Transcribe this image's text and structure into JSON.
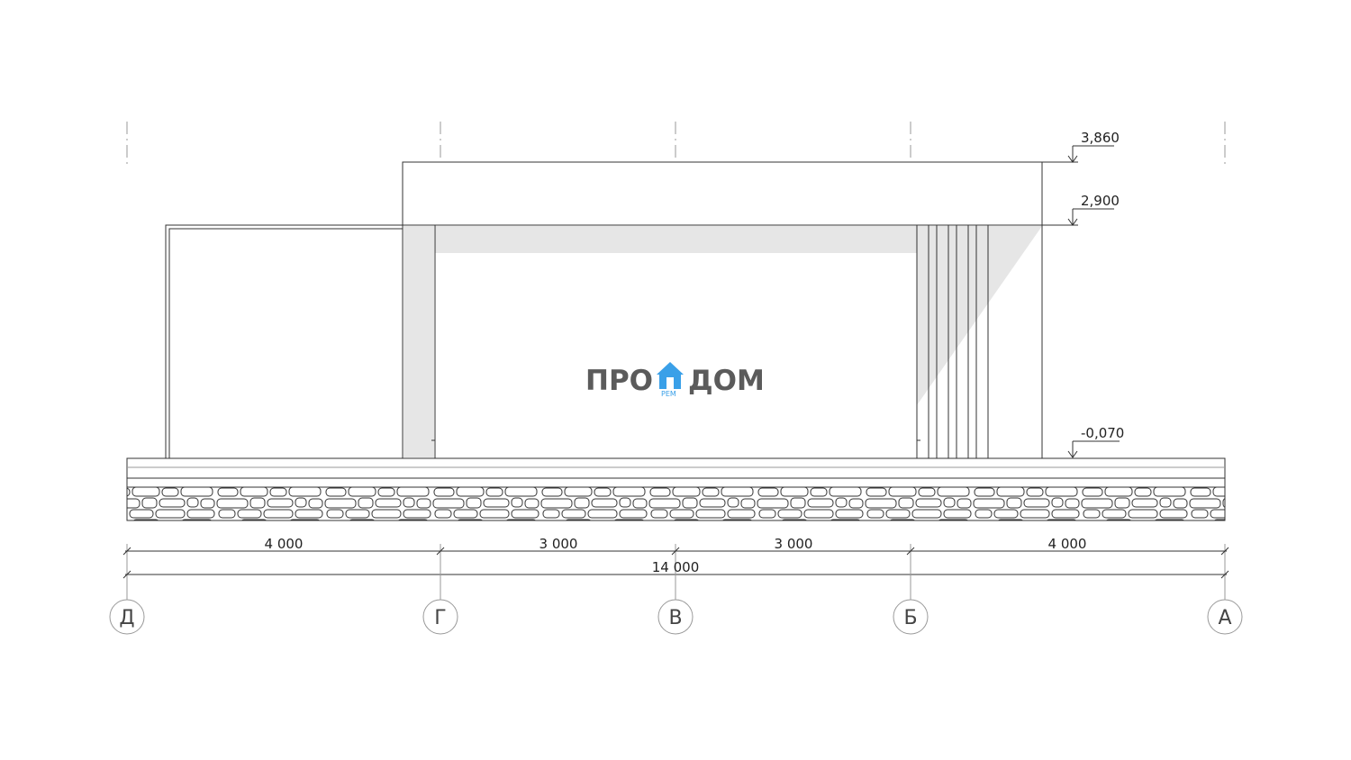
{
  "levels": [
    {
      "id": "ridge",
      "label": "3,860"
    },
    {
      "id": "eave",
      "label": "2,900"
    },
    {
      "id": "ground",
      "label": "-0,070"
    }
  ],
  "dimensions": {
    "spans": [
      "4 000",
      "3 000",
      "3 000",
      "4 000"
    ],
    "total": "14 000"
  },
  "axes": [
    "Д",
    "Г",
    "В",
    "Б",
    "А"
  ],
  "logo": {
    "left": "ПРО",
    "right": "ДОМ",
    "sub": "РЕМ",
    "accent_color": "#3aa0e8",
    "text_color": "#5b5b5b"
  },
  "colors": {
    "line": "#333333",
    "axis_line": "#999999",
    "fill_gray": "#e6e6e6"
  }
}
